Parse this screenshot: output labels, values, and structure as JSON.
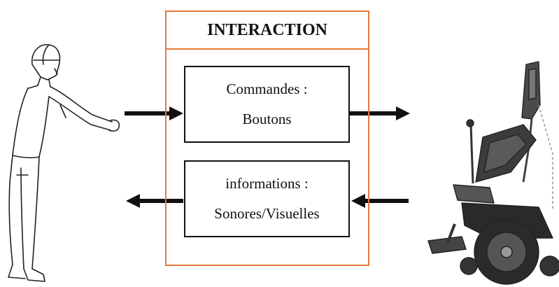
{
  "title": "INTERACTION",
  "commands": {
    "heading": "Commandes :",
    "item": "Boutons"
  },
  "information": {
    "heading": "informations :",
    "item": "Sonores/Visuelles"
  },
  "colors": {
    "frame": "#e8793a",
    "line": "#111111"
  },
  "icons": [
    "person-icon",
    "wheelchair-icon",
    "arrow-right-icon",
    "arrow-left-icon"
  ]
}
